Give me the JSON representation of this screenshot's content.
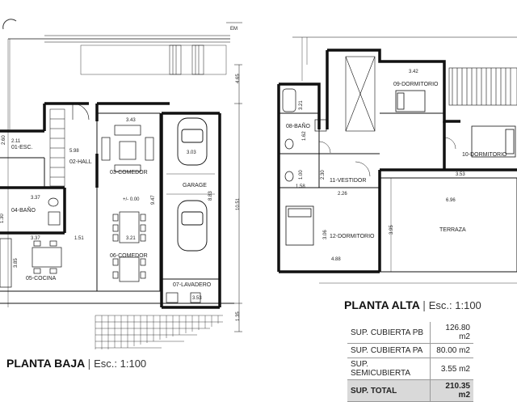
{
  "north_label": "EM",
  "ground_floor": {
    "title": "PLANTA BAJA",
    "scale": "Esc.: 1:100",
    "rooms": {
      "esc": "01-ESC.",
      "hall": "02-HALL",
      "comedor_03": "03-COMEDOR",
      "garage": "GARAGE",
      "bano": "04-BAÑO",
      "comedor_06": "06-COMEDOR",
      "cocina": "05-COCINA",
      "lavadero": "07-LAVADERO"
    },
    "level": "+/- 0.00",
    "dimensions": {
      "d1": "3.43",
      "d2": "5.98",
      "d3": "2.11",
      "d4": "2.60",
      "d5": "3.03",
      "d6": "9.47",
      "d7": "8.83",
      "d8": "10.51",
      "d9": "3.37",
      "d10": "1.30",
      "d11": "3.37",
      "d12": "1.51",
      "d13": "3.21",
      "d14": "3.85",
      "d15": "3.53",
      "d16": "4.65",
      "d17": "1.35"
    }
  },
  "upper_floor": {
    "title": "PLANTA ALTA",
    "scale": "Esc.: 1:100",
    "rooms": {
      "bano": "08-BAÑO",
      "dorm_09": "09-DORMITORIO",
      "dorm_10": "10-DORMITORIO",
      "vestidor": "11-VESTIDOR",
      "dorm_12": "12-DORMITORIO",
      "terraza": "TERRAZA"
    },
    "dimensions": {
      "d1": "3.42",
      "d2": "3.21",
      "d3": "1.62",
      "d4": "1.00",
      "d5": "1.58",
      "d6": "2.30",
      "d7": "2.26",
      "d8": "3.53",
      "d9": "6.96",
      "d10": "3.06",
      "d11": "3.95",
      "d12": "4.88"
    }
  },
  "areas_table": {
    "rows": [
      {
        "label": "SUP. CUBIERTA PB",
        "value": "126.80 m2"
      },
      {
        "label": "SUP. CUBIERTA PA",
        "value": "80.00 m2"
      },
      {
        "label": "SUP. SEMICUBIERTA",
        "value": "3.55 m2"
      }
    ],
    "total": {
      "label": "SUP. TOTAL",
      "value": "210.35 m2"
    }
  }
}
